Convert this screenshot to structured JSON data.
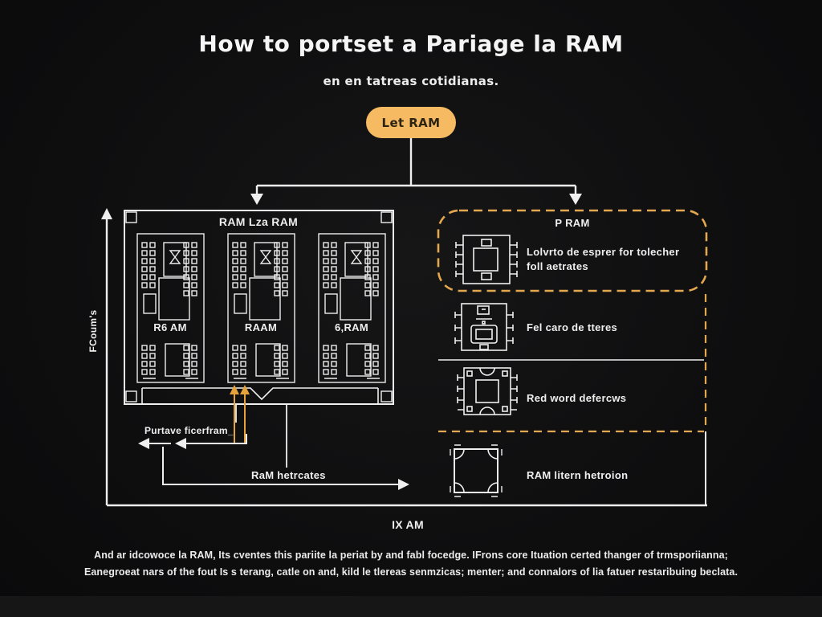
{
  "page": {
    "title": "How to portset a Pariage la RAM",
    "subtitle": "en en tatreas cotidianas.",
    "badge": "Let RAM"
  },
  "colors": {
    "background": "#0e0e0f",
    "accent_pill": "#f5ba62",
    "accent_dash": "#e3a84f",
    "accent_arrow": "#e6a33c",
    "line": "#efefef"
  },
  "left_panel": {
    "title": "RAM Lza RAM",
    "modules": [
      {
        "label": "R6 AM"
      },
      {
        "label": "RAAM"
      },
      {
        "label": "6,RAM"
      }
    ]
  },
  "right_panel": {
    "rows": [
      {
        "title": "P RAM",
        "text_line1": "Lolvrto de esprer for tolecher",
        "text_line2": "foll aetrates",
        "icon": "ic-chip-icon"
      },
      {
        "text": "Fel caro de tteres",
        "icon": "chip-socket-icon"
      },
      {
        "text": "Red word defercws",
        "icon": "microchip-icon"
      },
      {
        "text": "RAM litern hetroion",
        "icon": "pad-icon"
      }
    ]
  },
  "annotations": {
    "axis_label": "FCoum's",
    "bottom_axis_label": "IX AM",
    "callout_left": "Purtave ficerfram_",
    "callout_right": "RaM hetrcates"
  },
  "footer": {
    "line1": "And ar idcowoce la RAM, Its cventes this pariite la periat by and fabl focedge. IFrons core Ituation certed thanger of trmsporiianna;",
    "line2": "Eanegroeat nars of the fout Is s terang, catle on and, kild le tlereas senmzicas; menter; and connalors of lia fatuer restaribuing beclata."
  }
}
